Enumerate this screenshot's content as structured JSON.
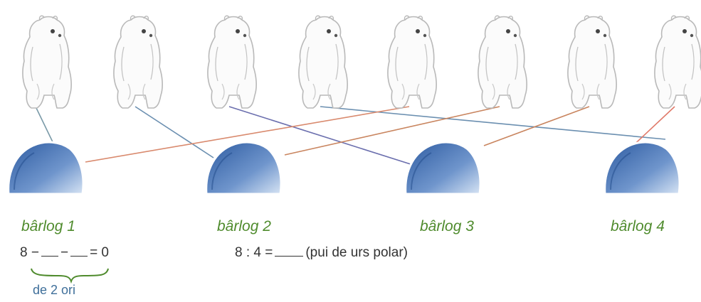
{
  "dens": [
    {
      "label": "bârlog 1"
    },
    {
      "label": "bârlog 2"
    },
    {
      "label": "bârlog 3"
    },
    {
      "label": "bârlog 4"
    }
  ],
  "bear_count": 8,
  "connections": [
    {
      "bear": 1,
      "den": 1,
      "color": "#7a9aa8"
    },
    {
      "bear": 2,
      "den": 2,
      "color": "#6b8fb0"
    },
    {
      "bear": 3,
      "den": 3,
      "color": "#6b6fae"
    },
    {
      "bear": 4,
      "den": 4,
      "color": "#6b8fb0"
    },
    {
      "bear": 5,
      "den": 1,
      "color": "#d98a6e"
    },
    {
      "bear": 6,
      "den": 2,
      "color": "#c9855f"
    },
    {
      "bear": 7,
      "den": 3,
      "color": "#c9855f"
    },
    {
      "bear": 8,
      "den": 4,
      "color": "#e07a6a"
    }
  ],
  "equation1": {
    "start": "8 −",
    "minus": "−",
    "result": "= 0"
  },
  "brace_label": "de 2 ori",
  "equation2": {
    "text": "8 : 4 =",
    "suffix": "(pui de urs polar)"
  },
  "colors": {
    "den_fill": "#2f5f9e",
    "den_light": "#a9c3e6",
    "label_green": "#4f8b2d"
  }
}
